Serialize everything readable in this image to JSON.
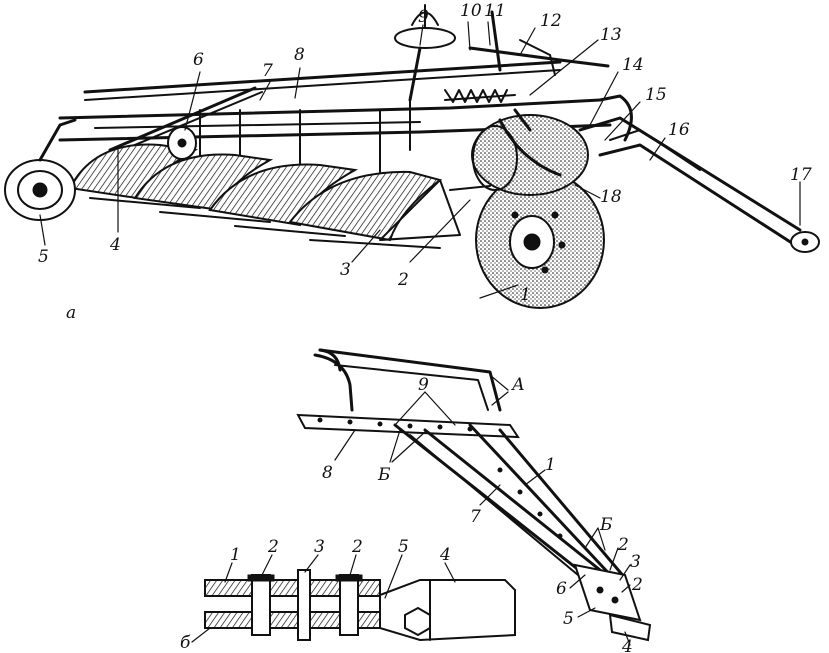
{
  "figure_a": {
    "sublabel": "а",
    "callouts": [
      "1",
      "2",
      "3",
      "4",
      "5",
      "6",
      "7",
      "8",
      "9",
      "10",
      "11",
      "12",
      "13",
      "14",
      "15",
      "16",
      "17",
      "18"
    ]
  },
  "figure_b": {
    "frame_callouts": [
      "А",
      "9",
      "8",
      "Б",
      "7",
      "1",
      "Б",
      "2",
      "3",
      "2",
      "6",
      "5",
      "4"
    ],
    "detail_callouts": [
      "1",
      "2",
      "3",
      "2",
      "5",
      "4",
      "б"
    ]
  },
  "colors": {
    "ink": "#111111",
    "paper": "#ffffff"
  }
}
